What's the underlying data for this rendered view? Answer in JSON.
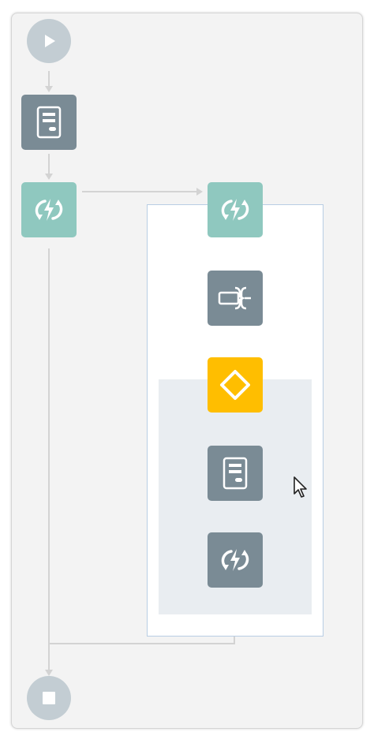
{
  "colors": {
    "canvas_bg": "#f3f3f3",
    "node_dark": "#7a8b95",
    "node_teal": "#8fc8bf",
    "node_gateway": "#ffbe00",
    "node_circle": "#c3cdd3",
    "connector": "#d3d3d3",
    "container_border": "#b8cde4",
    "inner_region": "#e9edf1"
  },
  "nodes": {
    "start": {
      "icon": "play-icon",
      "type": "start-event"
    },
    "form_1": {
      "icon": "form-icon",
      "type": "task"
    },
    "event_1": {
      "icon": "lightning-exchange-icon",
      "type": "event"
    },
    "event_2": {
      "icon": "lightning-exchange-icon",
      "type": "event"
    },
    "transform": {
      "icon": "data-transform-icon",
      "type": "task"
    },
    "gateway": {
      "icon": "diamond-icon",
      "type": "gateway"
    },
    "form_2": {
      "icon": "form-icon",
      "type": "task"
    },
    "event_3": {
      "icon": "lightning-exchange-icon",
      "type": "event"
    },
    "end": {
      "icon": "stop-icon",
      "type": "end-event"
    }
  },
  "cursor": {
    "icon": "mouse-pointer-icon"
  }
}
